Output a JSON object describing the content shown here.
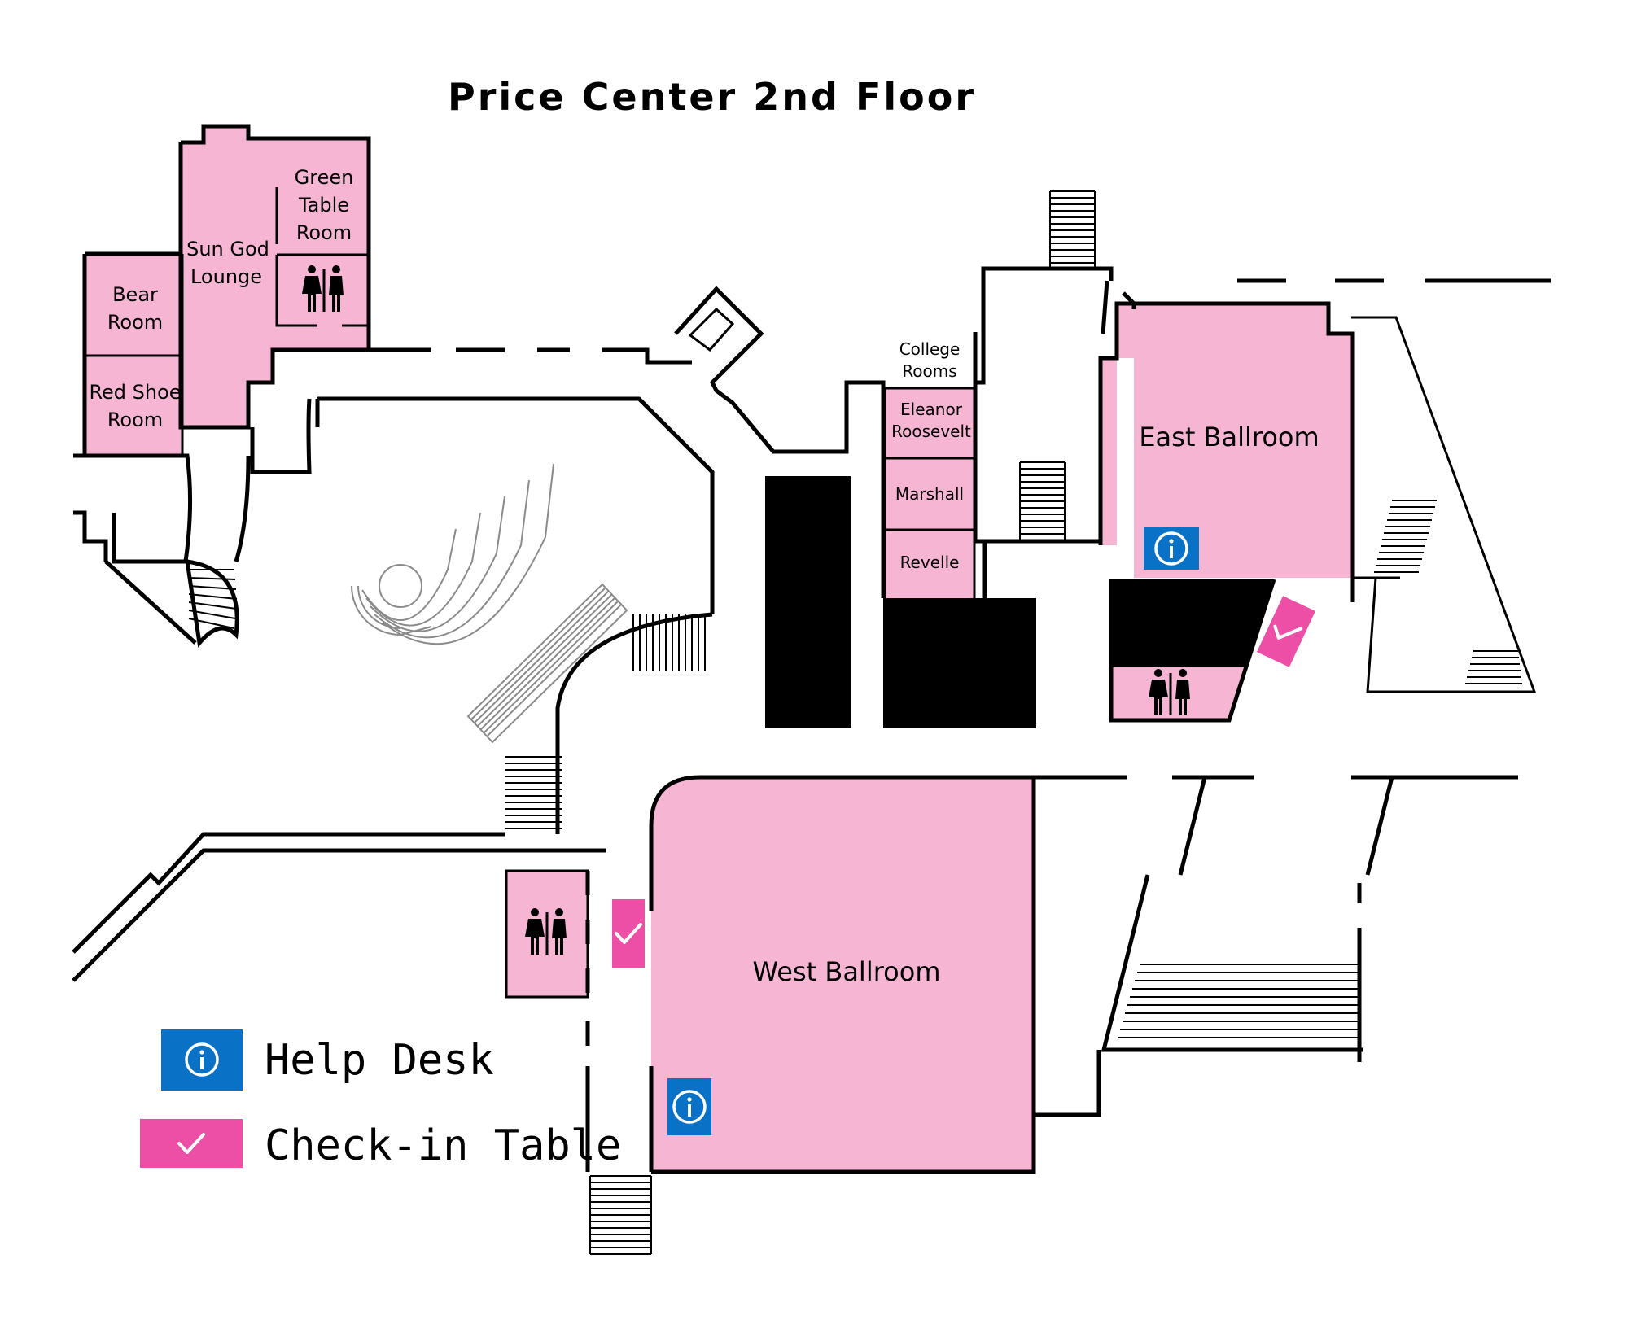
{
  "title": "Price Center 2nd Floor",
  "rooms": {
    "green_table": [
      "Green",
      "Table",
      "Room"
    ],
    "sun_god": [
      "Sun God",
      "Lounge"
    ],
    "bear": [
      "Bear",
      "Room"
    ],
    "red_shoe": [
      "Red Shoe",
      "Room"
    ],
    "college_rooms": [
      "College",
      "Rooms"
    ],
    "eleanor": [
      "Eleanor",
      "Roosevelt"
    ],
    "marshall": "Marshall",
    "revelle": "Revelle",
    "east_ballroom": "East Ballroom",
    "west_ballroom": "West Ballroom"
  },
  "legend": {
    "help_desk": "Help Desk",
    "check_in": "Check-in Table"
  },
  "colors": {
    "room_fill": "#f6b5d3",
    "help_desk": "#0a72c6",
    "check_in": "#ec4fa5",
    "wall": "#000000"
  },
  "icons": [
    "info-icon",
    "check-icon",
    "restroom-icon"
  ]
}
